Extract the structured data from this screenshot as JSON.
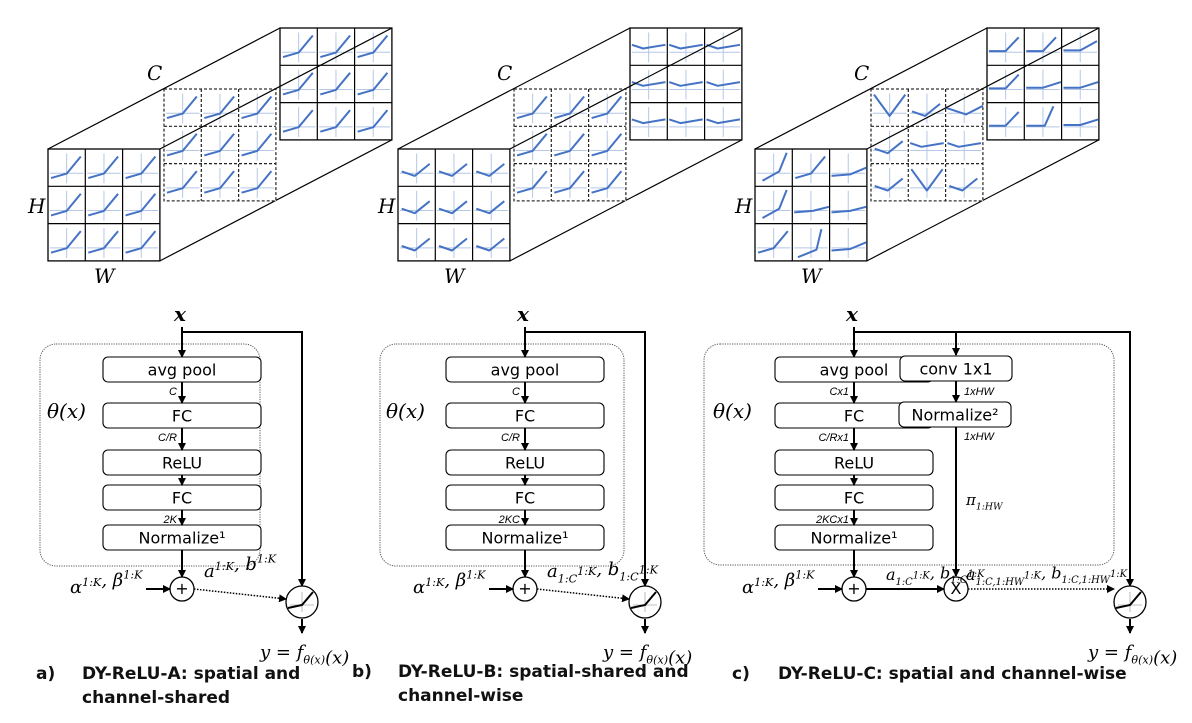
{
  "colors": {
    "curve": "#4472c4",
    "axis": "#b4c7e7",
    "line": "#000000"
  },
  "axis_labels": {
    "channels": "C",
    "height": "H",
    "width": "W"
  },
  "panels": [
    {
      "id": "a",
      "caption_letter": "a)",
      "caption_line1": "DY-ReLU-A: spatial and",
      "caption_line2": "channel-shared",
      "input_label": "x",
      "theta_label": "θ(x)",
      "blocks": [
        "avg pool",
        "FC",
        "ReLU",
        "FC",
        "Normalize¹"
      ],
      "dims": [
        "C",
        "C/R",
        "",
        "2K"
      ],
      "alpha_beta": "α^{1:K}, β^{1:K}",
      "plus_symbol": "+",
      "coeff_label": "a^{1:K}, b^{1:K}",
      "output_label": "y = f_{θ(x)}(x)",
      "cube_shapes": [
        "relu",
        "relu",
        "relu",
        "relu",
        "relu",
        "relu",
        "relu",
        "relu",
        "relu",
        "relu",
        "relu",
        "relu",
        "relu",
        "relu",
        "relu",
        "relu",
        "relu",
        "relu",
        "relu",
        "relu",
        "relu",
        "relu",
        "relu",
        "relu",
        "relu",
        "relu",
        "relu"
      ]
    },
    {
      "id": "b",
      "caption_letter": "b)",
      "caption_line1": "DY-ReLU-B: spatial-shared and",
      "caption_line2": "channel-wise",
      "input_label": "x",
      "theta_label": "θ(x)",
      "blocks": [
        "avg pool",
        "FC",
        "ReLU",
        "FC",
        "Normalize¹"
      ],
      "dims": [
        "C",
        "C/R",
        "",
        "2KC"
      ],
      "alpha_beta": "α^{1:K}, β^{1:K}",
      "plus_symbol": "+",
      "coeff_label": "a_{1:C}^{1:K}, b_{1:C}^{1:K}",
      "output_label": "y = f_{θ(x)}(x)",
      "cube_shapes": [
        "vshape",
        "vshape",
        "vshape",
        "vshape",
        "vshape",
        "vshape",
        "vshape",
        "vshape",
        "vshape",
        "relu",
        "relu",
        "relu",
        "relu",
        "relu",
        "relu",
        "relu",
        "relu",
        "relu",
        "flatv",
        "flatv",
        "flatv",
        "flatv",
        "flatv",
        "flatv",
        "flatv",
        "flatv",
        "flatv"
      ]
    },
    {
      "id": "c",
      "caption_letter": "c)",
      "caption_line1": "DY-ReLU-C: spatial and channel-wise",
      "caption_line2": "",
      "input_label": "x",
      "theta_label": "θ(x)",
      "blocks": [
        "avg pool",
        "FC",
        "ReLU",
        "FC",
        "Normalize¹"
      ],
      "dims": [
        "Cx1",
        "C/Rx1",
        "",
        "2KCx1"
      ],
      "side_blocks": [
        "conv 1x1",
        "Normalize²"
      ],
      "side_dims": [
        "1xHW",
        "1xHW"
      ],
      "pi_label": "π_{1:HW}",
      "alpha_beta": "α^{1:K}, β^{1:K}",
      "plus_symbol": "+",
      "times_symbol": "X",
      "coeff_label": "a_{1:C}^{1:K}, b_{1:C}^{1:K}",
      "coeff_label2": "a_{1:C,1:HW}^{1:K}, b_{1:C,1:HW}^{1:K}",
      "output_label": "y = f_{θ(x)}(x)",
      "cube_shapes": [
        "steep",
        "relu",
        "lowr",
        "steep",
        "flat",
        "flat",
        "relu",
        "steeper",
        "lowr",
        "deepv",
        "vshape",
        "halfv",
        "vshape",
        "flatv",
        "flatv",
        "vshape",
        "deepv",
        "vshape",
        "hinge",
        "hinge",
        "hinge2",
        "hinge",
        "flatr",
        "flatr",
        "hinge",
        "hingesteep",
        "flatr"
      ]
    }
  ]
}
